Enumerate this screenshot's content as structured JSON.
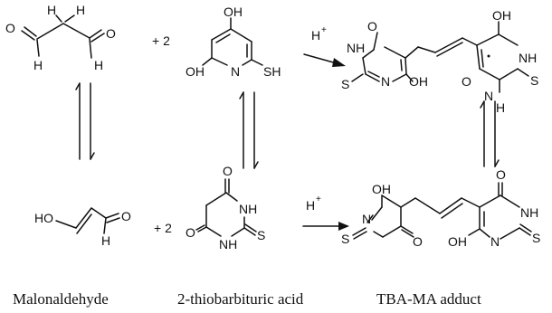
{
  "labels": {
    "coef_top": "+ 2",
    "coef_bottom": "+ 2",
    "acid_top": "H",
    "acid_top_sup": "+",
    "acid_bottom": "H",
    "acid_bottom_sup": "+"
  },
  "atoms": {
    "mal_o_left": "O",
    "mal_h_top1": "H",
    "mal_h_top2": "H",
    "mal_o_right": "O",
    "mal_h_left": "H",
    "mal_h_right": "H",
    "tba_oh_top": "OH",
    "tba_oh_left": "OH",
    "tba_n": "N",
    "tba_sh": "SH",
    "add_o_top": "O",
    "add_oh_top": "OH",
    "add_nh_left": "NH",
    "add_s_left": "S",
    "add_n_ring1": "N",
    "add_oh_mid": "OH",
    "add_o_ring2": "O",
    "add_nh_right": "NH",
    "add_s_right": "S",
    "add_n_bottom": "N",
    "add_h_bottom": "H",
    "enol_ho": "HO",
    "enol_o": "O",
    "enol_h": "H",
    "bar_o_top": "O",
    "bar_nh": "NH",
    "bar_o_left": "O",
    "bar_s": "S",
    "bar_nh_bottom": "NH",
    "add2_oh_top": "OH",
    "add2_n": "N",
    "add2_s": "S",
    "add2_o_left": "O",
    "add2_o_right": "O",
    "add2_nh": "NH",
    "add2_oh_bottom": "OH",
    "add2_n_bottom": "N",
    "add2_s_right": "S"
  },
  "captions": {
    "malonaldehyde": "Malonaldehyde",
    "thiobarbituric": "2-thiobarbituric acid",
    "adduct": "TBA-MA adduct"
  }
}
